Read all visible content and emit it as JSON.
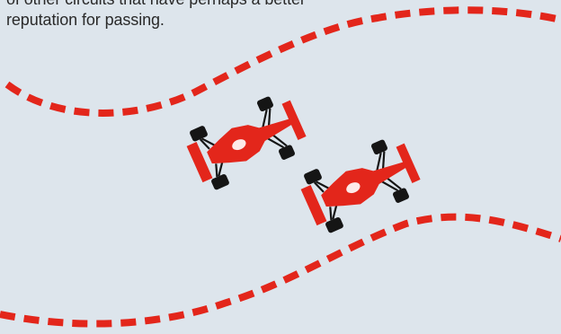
{
  "caption": {
    "line_1": "of other circuits that have perhaps a better",
    "line_2": "reputation for passing."
  },
  "colors": {
    "background": "#dde5ec",
    "track_marking": "#e3261b",
    "car_body": "#e3261b",
    "tyres": "#151515"
  },
  "illustration": {
    "subject": "two racing cars overtaking between dashed track lines",
    "cars": [
      "leading-car",
      "trailing-car"
    ]
  }
}
